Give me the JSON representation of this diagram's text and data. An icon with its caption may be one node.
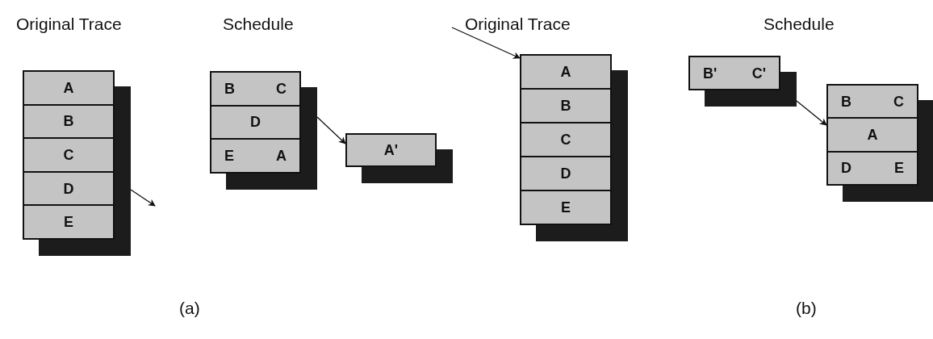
{
  "diagram": {
    "nodes": [
      {
        "text": [],
        "shape": "box"
      },
      {
        "text": [
          "A"
        ],
        "in": 0
      },
      {
        "text": [
          "B"
        ],
        "in": 0
      },
      {
        "text": [
          "C"
        ],
        "in": 0
      },
      {
        "text": [
          "D"
        ],
        "in": 0
      },
      {
        "text": [
          "E"
        ],
        "in": 0
      },
      {
        "text": [],
        "shape": "box"
      },
      {
        "text": [
          "B",
          "C"
        ],
        "in": 6
      },
      {
        "text": [
          "D"
        ],
        "in": 6
      },
      {
        "text": [
          "E",
          "A"
        ],
        "in": 6
      },
      {
        "text": [
          "A'"
        ]
      },
      {
        "text": [],
        "shape": "box"
      },
      {
        "text": [
          "A"
        ],
        "in": 11
      },
      {
        "text": [
          "B"
        ],
        "in": 11
      },
      {
        "text": [
          "C"
        ],
        "in": 11
      },
      {
        "text": [
          "D"
        ],
        "in": 11
      },
      {
        "text": [
          "E"
        ],
        "in": 11
      },
      {
        "text": [
          "B'",
          "C'"
        ]
      },
      {
        "text": [],
        "shape": "box"
      },
      {
        "text": [
          "B",
          "C"
        ],
        "in": 18
      },
      {
        "text": [
          "A"
        ],
        "in": 18
      },
      {
        "text": [
          "D",
          "E"
        ],
        "in": 18
      }
    ],
    "edges": [
      {
        "from": 0,
        "to": null,
        "arrow": "to"
      },
      {
        "from": 6,
        "to": 10,
        "arrow": "to"
      },
      {
        "from": null,
        "to": 11,
        "arrow": "to"
      },
      {
        "from": 17,
        "to": 18,
        "arrow": "to"
      }
    ],
    "labels": [
      "Original Trace",
      "Schedule",
      "Original Trace",
      "Schedule",
      "(a)",
      "(b)"
    ]
  }
}
